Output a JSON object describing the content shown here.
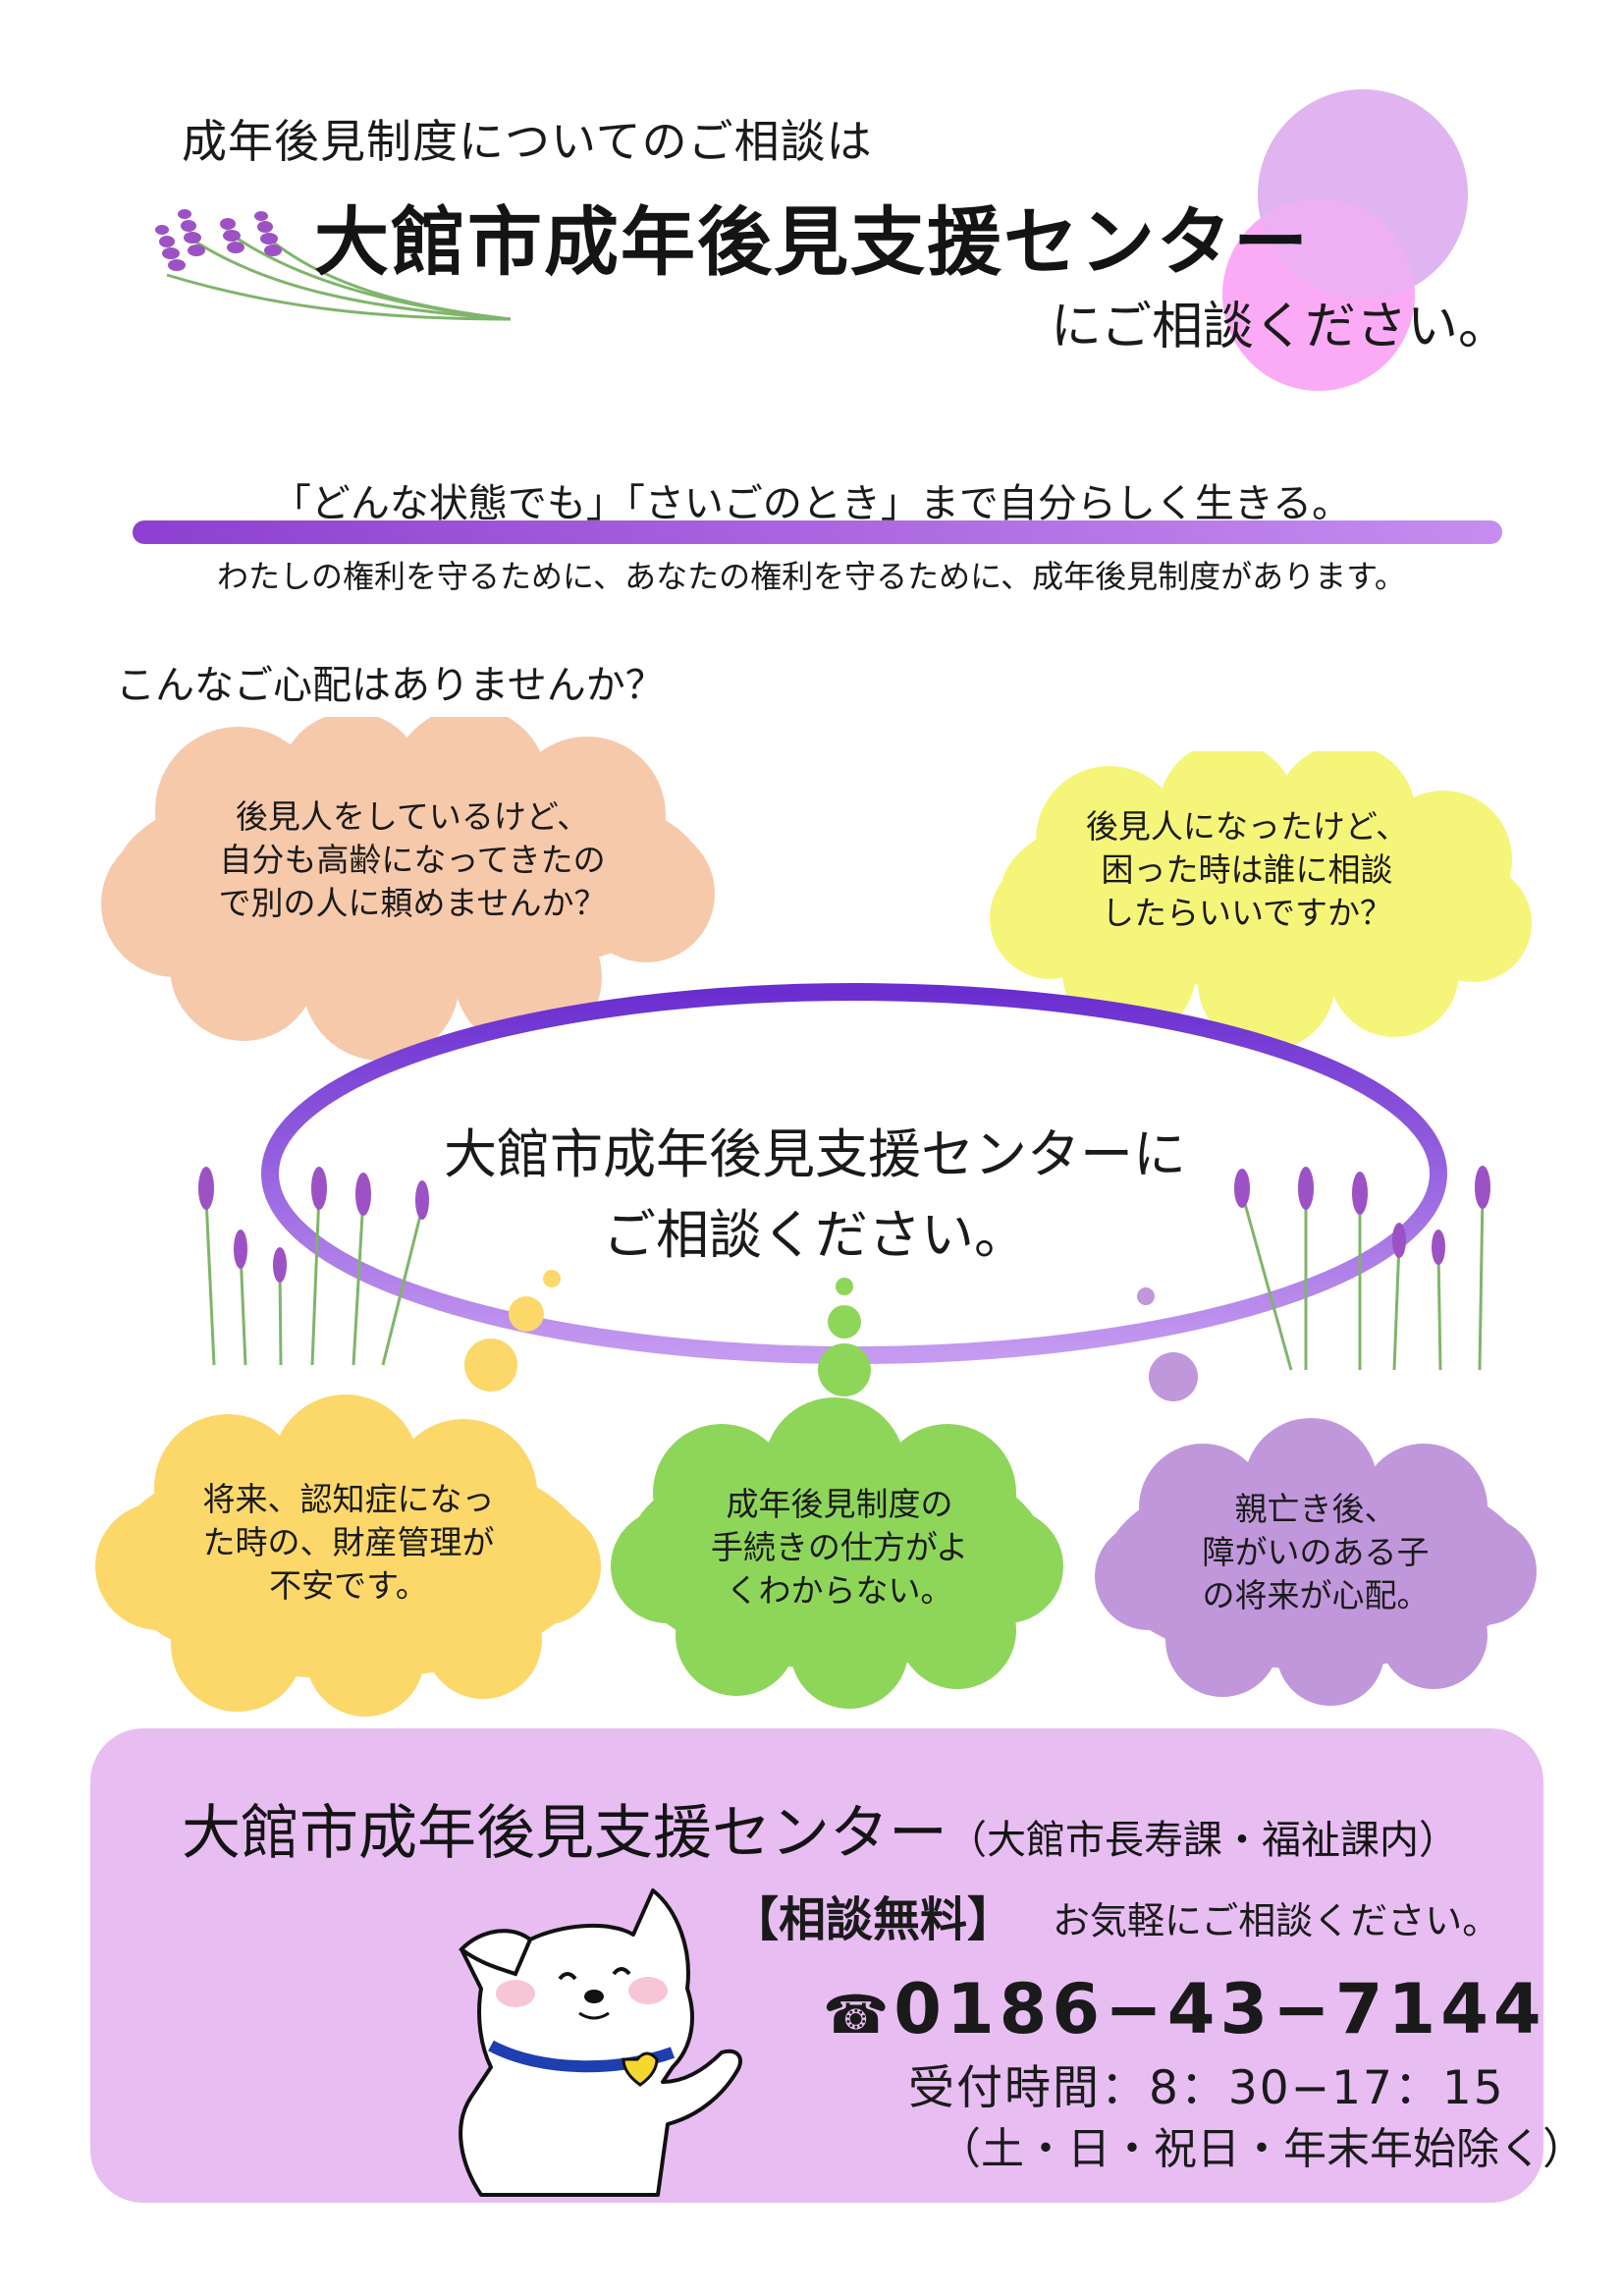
{
  "header": {
    "intro": "成年後見制度についてのご相談は",
    "title": "大館市成年後見支援センター",
    "suffix": "にご相談ください。"
  },
  "tagline": "「どんな状態でも」「さいごのとき」まで自分らしく生きる。",
  "subline": "わたしの権利を守るために、あなたの権利を守るために、成年後見制度があります。",
  "worry_heading": "こんなご心配はありませんか？",
  "clouds": {
    "peach": [
      "後見人をしているけど、",
      "自分も高齢になってきたの",
      "で別の人に頼めませんか？"
    ],
    "yellow": [
      "後見人になったけど、",
      "困った時は誰に相談",
      "したらいいですか？"
    ],
    "orange": [
      "将来、認知症になっ",
      "た時の、財産管理が",
      "不安です。"
    ],
    "green": [
      "成年後見制度の",
      "手続きの仕方がよ",
      "くわからない。"
    ],
    "purple": [
      "親亡き後、",
      "障がいのある子",
      "の将来が心配。"
    ]
  },
  "center_message": [
    "大館市成年後見支援センターに",
    "ご相談ください。"
  ],
  "contact": {
    "name": "大館市成年後見支援センター",
    "dept": "（大館市長寿課・福祉課内）",
    "free": "【相談無料】",
    "easy": "お気軽にご相談ください。",
    "phone_icon": "☎",
    "phone": "0186−43−7144",
    "hours": "受付時間：8：30−17：15",
    "closed": "（土・日・祝日・年末年始除く）"
  },
  "colors": {
    "peach": "#f6c9ab",
    "yellow": "#f5f57a",
    "orange": "#fcd86a",
    "green": "#8ed65a",
    "purple": "#c197dc",
    "contact_bg": "#e7bdf2",
    "ring": "#7a3ad0",
    "lavender": "#8a3fb0"
  },
  "icons": [
    "lavender-sprig-icon",
    "dog-mascot-icon",
    "telephone-icon"
  ]
}
